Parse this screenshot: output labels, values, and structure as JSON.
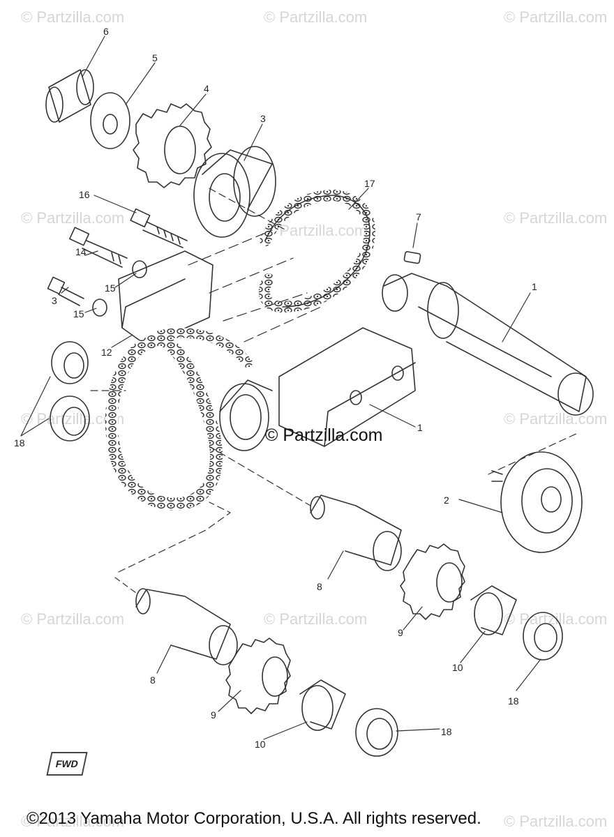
{
  "watermark": "© Partzilla.com",
  "center_watermark": "© Partzilla.com",
  "copyright": "©2013 Yamaha Motor Corporation, U.S.A. All rights reserved.",
  "fwd_label": "FWD",
  "callouts": [
    "6",
    "5",
    "4",
    "3",
    "16",
    "17",
    "7",
    "14",
    "15",
    "3",
    "15",
    "12",
    "1",
    "1",
    "18",
    "2",
    "8",
    "9",
    "10",
    "18",
    "8",
    "9",
    "10",
    "18"
  ]
}
